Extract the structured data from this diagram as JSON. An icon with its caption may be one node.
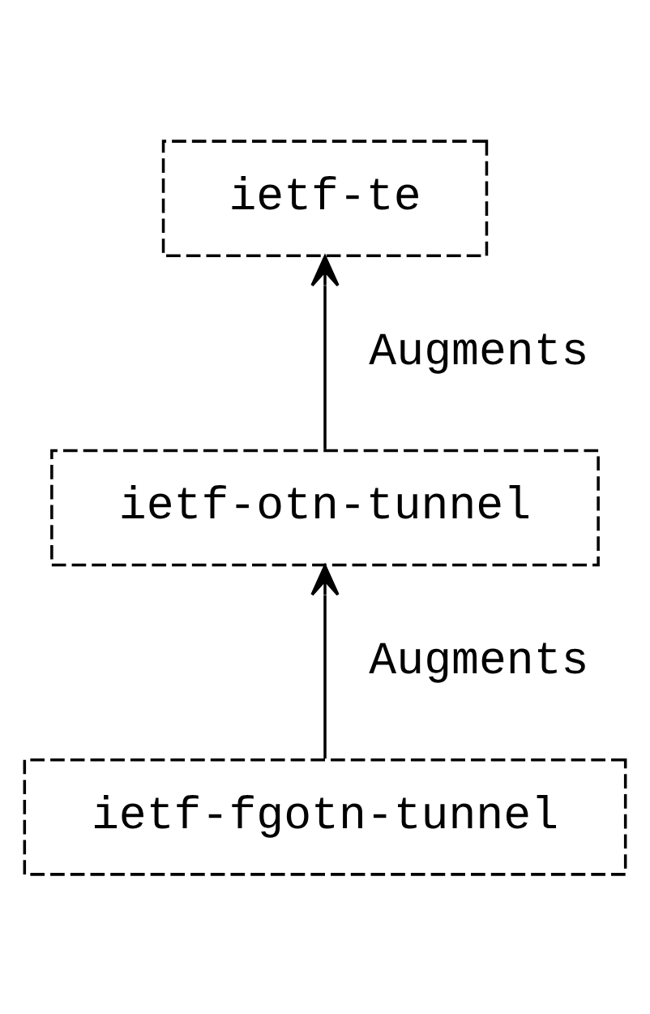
{
  "diagram": {
    "nodes": [
      {
        "text": [
          "ietf-te"
        ]
      },
      {
        "text": [
          "ietf-otn-tunnel"
        ]
      },
      {
        "text": [
          "ietf-fgotn-tunnel"
        ]
      }
    ],
    "edges": [
      {
        "from": 1,
        "to": 0,
        "arrow": "to",
        "label": "Augments"
      },
      {
        "from": 2,
        "to": 1,
        "arrow": "to",
        "label": "Augments"
      }
    ]
  }
}
